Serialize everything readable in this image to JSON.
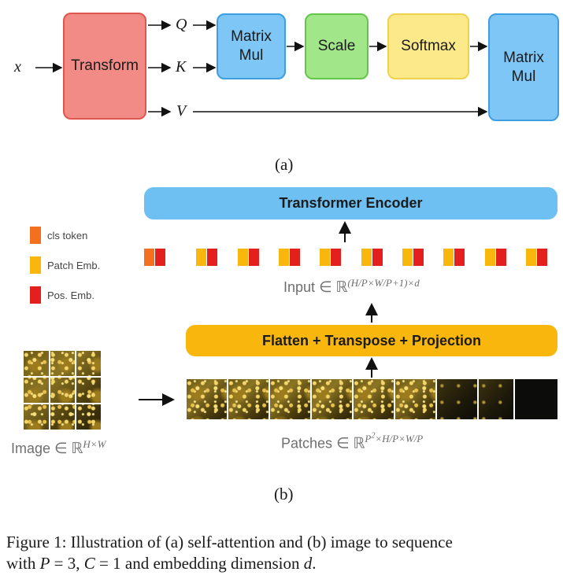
{
  "diagram_a": {
    "input_var": "x",
    "transform": "Transform",
    "q": "Q",
    "k": "K",
    "v": "V",
    "matmul1": "Matrix\nMul",
    "scale": "Scale",
    "softmax": "Softmax",
    "matmul2": "Matrix\nMul",
    "caption": "(a)"
  },
  "diagram_b": {
    "encoder": "Transformer Encoder",
    "flatten": "Flatten + Transpose + Projection",
    "legend": [
      {
        "label": "cls token",
        "color": "#f37021"
      },
      {
        "label": "Patch Emb.",
        "color": "#f9b60c"
      },
      {
        "label": "Pos. Emb.",
        "color": "#e4201f"
      }
    ],
    "input_label": "Input",
    "input_formula": "∈ ℝ",
    "input_sup": "(H/P×W/P+1)×d",
    "patches_label": "Patches",
    "patches_formula": "∈ ℝ",
    "patches_sup_base": "P",
    "patches_sup_exp": "2",
    "patches_sup_rest": "×H/P×W/P",
    "image_label": "Image",
    "image_formula": "∈ ℝ",
    "image_sup": "H×W",
    "caption": "(b)"
  },
  "figure_caption": {
    "line1": "Figure 1: Illustration of (a) self-attention and (b) image to sequence",
    "line2_pre": "with ",
    "line2_p": "P",
    "line2_mid1": " = 3, ",
    "line2_c": "C",
    "line2_mid2": " = 1 and embedding dimension ",
    "line2_d": "d",
    "line2_end": "."
  }
}
